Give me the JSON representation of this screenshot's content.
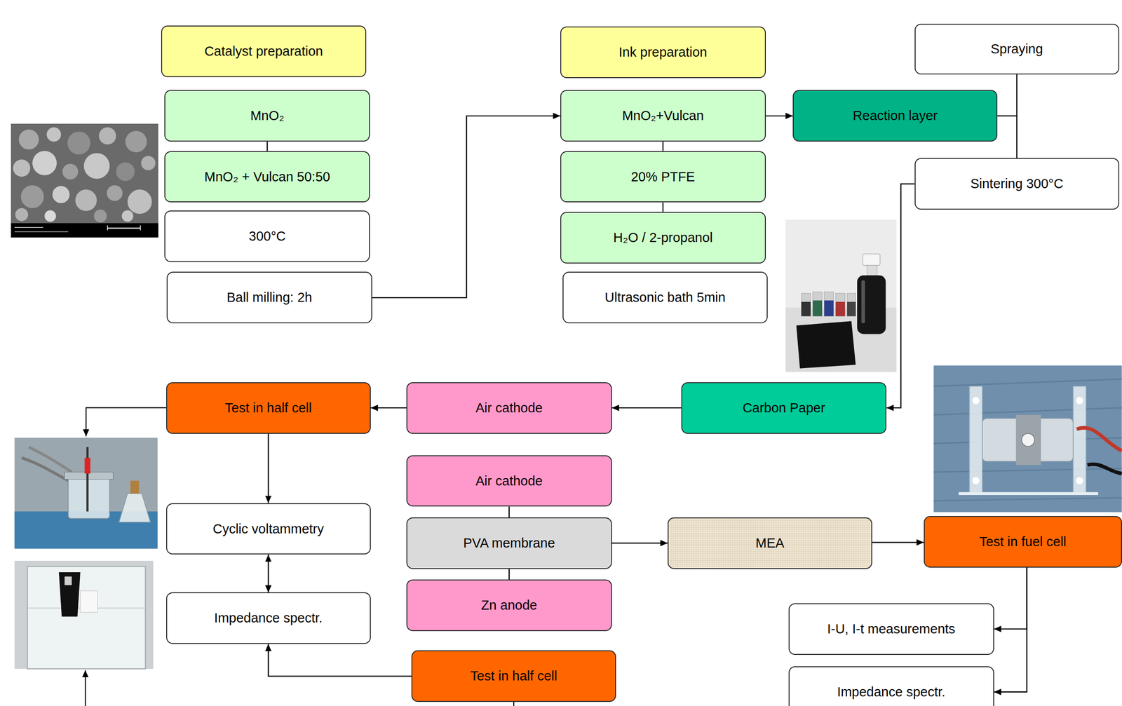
{
  "diagram": {
    "nodes": [
      {
        "text": [
          "Catalyst  preparation"
        ]
      },
      {
        "text": [
          "MnO₂"
        ]
      },
      {
        "text": [
          "MnO₂ + Vulcan 50:50"
        ]
      },
      {
        "text": [
          "300°C"
        ]
      },
      {
        "text": [
          "Ball milling: 2h"
        ]
      },
      {
        "text": [
          "Ink preparation"
        ]
      },
      {
        "text": [
          "MnO₂+Vulcan"
        ]
      },
      {
        "text": [
          "20% PTFE"
        ]
      },
      {
        "text": [
          "H₂O / 2-propanol"
        ]
      },
      {
        "text": [
          "Ultrasonic bath 5min"
        ]
      },
      {
        "text": [
          "Reaction layer"
        ]
      },
      {
        "text": [
          "Spraying"
        ]
      },
      {
        "text": [
          "Sintering 300°C"
        ]
      },
      {
        "text": [
          "Test in half cell"
        ]
      },
      {
        "text": [
          "Air cathode"
        ]
      },
      {
        "text": [
          "Carbon Paper"
        ]
      },
      {
        "text": [
          "Cyclic voltammetry"
        ]
      },
      {
        "text": [
          "Impedance spectr."
        ]
      },
      {
        "text": [
          "Air cathode"
        ]
      },
      {
        "text": [
          "PVA membrane"
        ]
      },
      {
        "text": [
          "Zn anode"
        ]
      },
      {
        "text": [
          "MEA"
        ]
      },
      {
        "text": [
          "Test in fuel cell"
        ]
      },
      {
        "text": [
          "I-U, I-t measurements"
        ]
      },
      {
        "text": [
          "Impedance spectr."
        ]
      },
      {
        "text": [
          "Test in half cell"
        ]
      }
    ],
    "edges": [
      {
        "from": 1,
        "to": 2,
        "arrow": "none"
      },
      {
        "from": 4,
        "to": 6,
        "arrow": "to"
      },
      {
        "from": 6,
        "to": 7,
        "arrow": "none"
      },
      {
        "from": 7,
        "to": 8,
        "arrow": "none"
      },
      {
        "from": 6,
        "to": 10,
        "arrow": "to"
      },
      {
        "from": 10,
        "to": 11,
        "arrow": "none"
      },
      {
        "from": 10,
        "to": 12,
        "arrow": "none"
      },
      {
        "from": 12,
        "to": 15,
        "arrow": "to"
      },
      {
        "from": 15,
        "to": 14,
        "arrow": "to"
      },
      {
        "from": 14,
        "to": 13,
        "arrow": "to"
      },
      {
        "from": 13,
        "to": 16,
        "arrow": "to"
      },
      {
        "from": 16,
        "to": 17,
        "arrow": "both"
      },
      {
        "from": 18,
        "to": 19,
        "arrow": "none"
      },
      {
        "from": 19,
        "to": 20,
        "arrow": "none"
      },
      {
        "from": 19,
        "to": 21,
        "arrow": "to"
      },
      {
        "from": 21,
        "to": 22,
        "arrow": "to"
      },
      {
        "from": 22,
        "to": 23,
        "arrow": "to"
      },
      {
        "from": 22,
        "to": 24,
        "arrow": "to"
      },
      {
        "from": 25,
        "to": 17,
        "arrow": "to"
      }
    ]
  }
}
